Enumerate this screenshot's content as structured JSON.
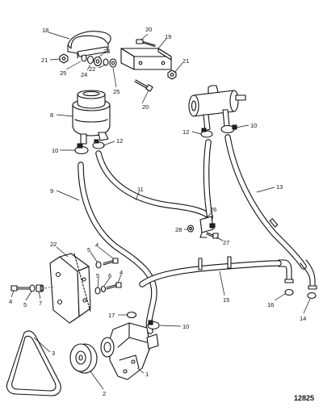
{
  "figure_number": "12825",
  "callouts": [
    {
      "id": "c18",
      "text": "18"
    },
    {
      "id": "c21a",
      "text": "21"
    },
    {
      "id": "c25a",
      "text": "25"
    },
    {
      "id": "c24",
      "text": "24"
    },
    {
      "id": "c23",
      "text": "23"
    },
    {
      "id": "c22b",
      "text": "22"
    },
    {
      "id": "c25b",
      "text": "25"
    },
    {
      "id": "c20a",
      "text": "20"
    },
    {
      "id": "c19",
      "text": "19"
    },
    {
      "id": "c21b",
      "text": "21"
    },
    {
      "id": "c20b",
      "text": "20"
    },
    {
      "id": "c8",
      "text": "8"
    },
    {
      "id": "c12a",
      "text": "12"
    },
    {
      "id": "c10a",
      "text": "10"
    },
    {
      "id": "c12b",
      "text": "12"
    },
    {
      "id": "c10b",
      "text": "10"
    },
    {
      "id": "c11",
      "text": "11"
    },
    {
      "id": "c9",
      "text": "9"
    },
    {
      "id": "c13",
      "text": "13"
    },
    {
      "id": "c26",
      "text": "26"
    },
    {
      "id": "c28",
      "text": "28"
    },
    {
      "id": "c27",
      "text": "27"
    },
    {
      "id": "c22a",
      "text": "22"
    },
    {
      "id": "c5a",
      "text": "5"
    },
    {
      "id": "c4a",
      "text": "4"
    },
    {
      "id": "c5b",
      "text": "5"
    },
    {
      "id": "c6",
      "text": "6"
    },
    {
      "id": "c4b",
      "text": "4"
    },
    {
      "id": "c7",
      "text": "7"
    },
    {
      "id": "c5c",
      "text": "5"
    },
    {
      "id": "c4c",
      "text": "4"
    },
    {
      "id": "c15",
      "text": "15"
    },
    {
      "id": "c16",
      "text": "16"
    },
    {
      "id": "c14",
      "text": "14"
    },
    {
      "id": "c17",
      "text": "17"
    },
    {
      "id": "c10c",
      "text": "10"
    },
    {
      "id": "c3",
      "text": "3"
    },
    {
      "id": "c1",
      "text": "1"
    },
    {
      "id": "c2",
      "text": "2"
    }
  ]
}
